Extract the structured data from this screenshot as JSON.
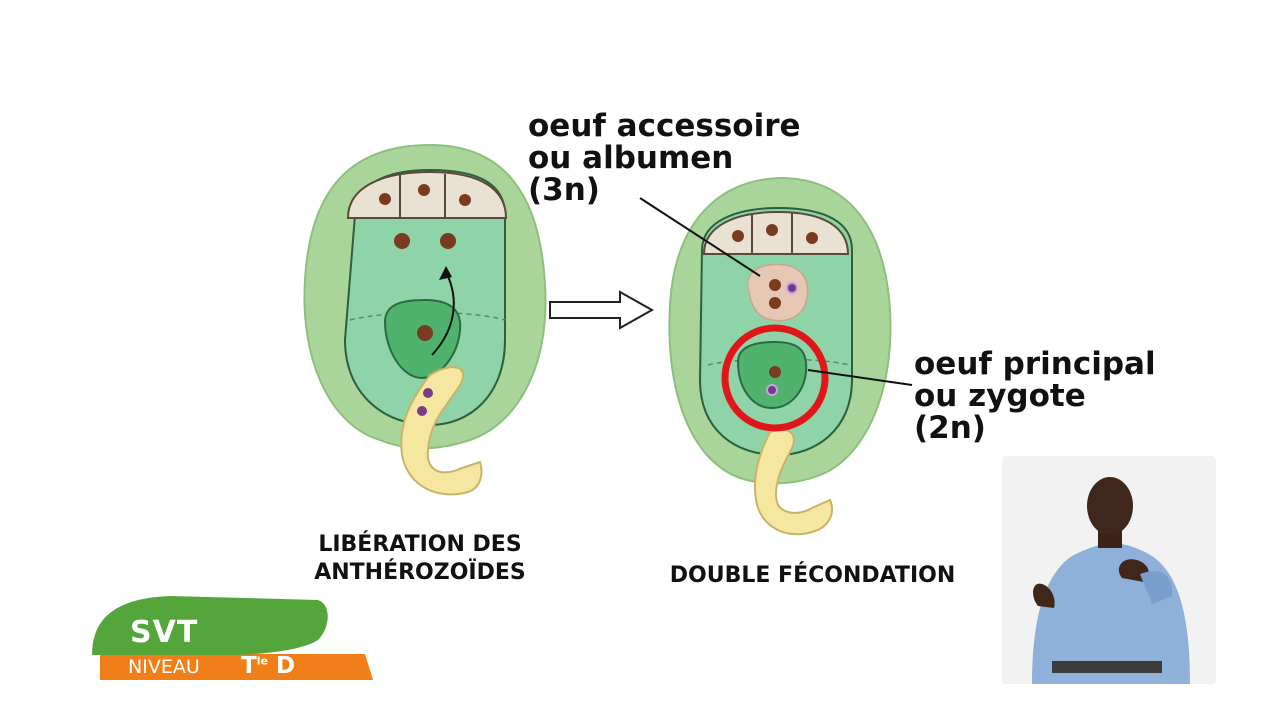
{
  "labels": {
    "albumen": [
      "oeuf accessoire",
      "ou albumen",
      "(3n)"
    ],
    "zygote": [
      "oeuf principal",
      "ou zygote",
      "(2n)"
    ]
  },
  "captions": {
    "left": [
      "LIBÉRATION DES",
      "ANTHÉROZOÏDES"
    ],
    "right": "DOUBLE FÉCONDATION"
  },
  "badge": {
    "subject": "SVT",
    "level_prefix": "NIVEAU",
    "level_main": "T",
    "level_sup": "le",
    "level_suffix": "D"
  },
  "colors": {
    "outer_green": "#a9d49a",
    "sac_green": "#8fd3a8",
    "nucleus_brown": "#7a3b1e",
    "pollen_yellow": "#f5e6a0",
    "highlight_red": "#e0161b",
    "badge_green": "#55a63a",
    "badge_orange": "#f07f1a"
  }
}
